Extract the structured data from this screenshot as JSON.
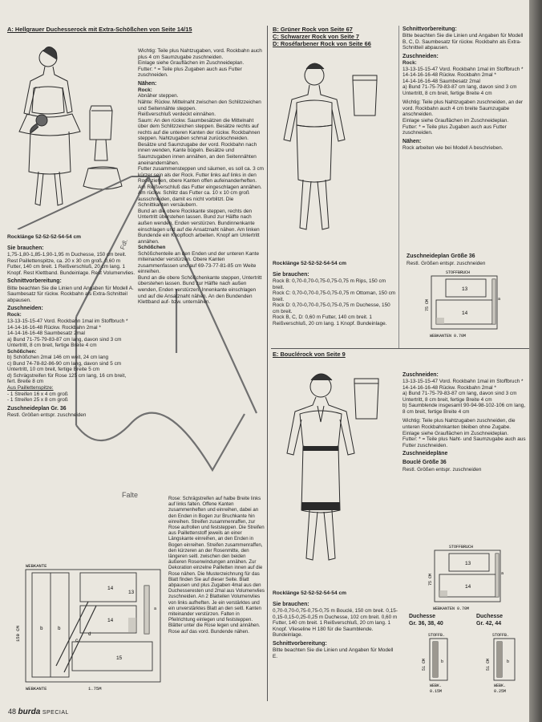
{
  "section_a": {
    "title": "A: Hellgrauer Duchesserock mit Extra-Schößchen von Seite 14/15",
    "rocklaenge": "Rocklänge 52-52-52-54-54 cm",
    "sie_brauchen_head": "Sie brauchen:",
    "sie_brauchen_text": "1,75-1,80-1,85-1,90-1,95 m Duchesse, 150 cm breit. Rest Paillettenspitze, ca. 20 x 30 cm groß. 0,60 m Futter, 140 cm breit. 1 Reißverschluß, 20 cm lang. 1 Knopf. Rest Klettband. Bundeinlage. Rest Volumenvlies.",
    "schnittvorb_head": "Schnittvorbereitung:",
    "schnittvorb_text": "Bitte beachten Sie die Linien und Angaben für Modell A.",
    "schnittvorb_saum": "Saumbesatz für rückw. Rockbahn als Extra-Schnitteil abpausen.",
    "zuschneiden_head": "Zuschneiden:",
    "zuschneiden_lines": [
      "Rock:",
      "13-13-15-15-47 Vord. Rockbahn 1mal im Stoffbruch *",
      "14-14-16-16-48 Rückw. Rockbahn 2mal *",
      "14-14-16-16-48 Saumbesatz 2mal",
      "a) Bund 71-75-79-83-87 cm lang, davon sind 3 cm Untertritt, 8 cm breit, fertige Breite 4 cm",
      "Schößchen:",
      "b) Schößchen 2mal 146 cm weit, 24 cm lang",
      "c) Bund 74-78-82-86-90 cm lang, davon sind 5 cm Untertritt, 10 cm breit, fertige Breite 5 cm",
      "d) Schrägstreifen für Rose 125 cm lang, 16 cm breit, fert. Breite 8 cm",
      "Aus Paillettenspitze:",
      "- 1 Streifen 16 x 4 cm groß",
      "- 1 Streifen 25 x 8 cm groß"
    ],
    "zuschneideplan_head": "Zuschneideplan Gr. 36",
    "zuschneideplan_sub": "Restl. Größen entspr. zuschneiden",
    "wichtig_lines": [
      "Wichtig: Teile plus Nahtzugaben, vord. Rockbahn auch plus 4 cm Saumzugabe zuschneiden.",
      "Einlage siehe Grauflächen im Zuschneideplan.",
      "Futter: * = Teile plus Zugaben auch aus Futter zuschneiden."
    ],
    "naehen_head": "Nähen:",
    "rock_head": "Rock:",
    "naehen_lines": [
      "Abnäher steppen.",
      "Nähte: Rückw. Mittelnaht zwischen den Schlitzzeichen und Seitennähte steppen.",
      "Reißverschluß verdeckt einnähen.",
      "Saum: An den rückw. Saumbesätzen die Mittelnaht über dem Schlitzzeichen steppen. Besätze rechts auf rechts auf die unteren Kanten der rückw. Rockbahnen steppen. Nahtzugaben schmal zurückschneiden. Besätze und Saumzugabe der vord. Rockbahn nach innen wenden, Kante bügeln. Besätze und Saumzugaben innen annähen, an den Seitennähten aneinandernähen.",
      "Futter zusammensteppen und säumen, es soll ca. 3 cm kürzer sein als der Rock. Futter links auf links in den Rock ziehen, obere Kanten offen aufeinanderheften. Am Reißverschluß das Futter eingeschlagen annähen. Am rückw. Schlitz das Futter ca. 10 x 10 cm groß ausschneiden, damit es nicht vorblitzt. Die Schnittkanten versäubern.",
      "Bund an die obere Rockkante steppen, rechts den Untertritt überstehen lassen. Bund zur Hälfte nach außen wenden, Enden verstürzen. Bundinnenkante einschlagen und auf die Ansatznaht nähen. Am linken Bundende ein Knopfloch arbeiten. Knopf am Untertritt annähen."
    ],
    "schoesschen_head": "Schößchen",
    "schoesschen_lines": [
      "Schößchenteile an den Enden und der unteren Kante miteinander verstürzen. Obere Kanten zusammenfassen und auf 69-73-77-81-85 cm Weite einreihen.",
      "Bund an die obere Schößchenkante steppen, Untertritt überstehen lassen. Bund zur Hälfte nach außen wenden, Enden verstürzen. Innenkante einschlagen und auf die Ansatznaht nähen. An den Bundenden Klettband auf- bzw. unternähen.",
      "Rose: Schrägstreifen auf halbe Breite links auf links falten. Offene Kanten zusammenheften und einreihen, dabei an den Enden in Bogen zur Bruchkante hin einreihen. Streifen zusammenraffen, zur Rose aufrollen und feststeppen. Die Streifen aus Paillettenstoff jeweils an einer Längskante einreihen, an den Enden in Bogen einreihen. Streifen zusammenraffen, den kürzeren an der Rosenmitte, den längeren seitl. zwischen den beiden äußeren Rosenwindungen annähen. Zur Dekoration einzelne Pailletten innen auf die Rose nähen. Die Musterzeichnung für das Blatt finden Sie auf dieser Seite. Blatt abpausen und plus Zugaben 4mal aus den Duchesseresten und 2mal aus Volumenvlies zuschneiden. An 2 Blatteilen Volumenvlies von links aufheften. Je ein verstärktes und ein unverstärktes Blatt an den seitl. Kanten miteinander verstürzen. Falten in Pfeilrichtung einlegen und feststeppen. Blätter unter die Rose legen und annähen. Rose auf das vord. Bundende nähen."
    ],
    "labels": {
      "fdl": "Fdl.",
      "falte": "Falte"
    }
  },
  "diagram_a": {
    "webkante_top": "WEBKANTE",
    "webkante_bottom": "WEBKANTE",
    "width": "1.75M",
    "height": "150 CM",
    "pieces": [
      "14",
      "14",
      "13",
      "b",
      "b",
      "c",
      "d",
      "15",
      "a"
    ]
  },
  "section_bcd": {
    "titles": [
      "B: Grüner Rock von Seite 67",
      "C: Schwarzer Rock von Seite 7",
      "D: Roséfarbener Rock von Seite 66"
    ],
    "rocklaenge": "Rocklänge 52-52-52-54-54 cm",
    "sie_brauchen_head": "Sie brauchen:",
    "lines": [
      "Rock B: 0,70-0,70-0,75-0,75-0,75 m Rips, 150 cm breit.",
      "Rock C: 0,70-0,70-0,75-0,75-0,75 m Ottoman, 150 cm breit.",
      "Rock D: 0,70-0,70-0,75-0,75-0,75 m Duchesse, 150 cm breit.",
      "Rock B, C, D: 0,60 m Futter, 140 cm breit. 1 Reißverschluß, 20 cm lang. 1 Knopf. Bundeinlage."
    ]
  },
  "section_e": {
    "title": "E: Bouclérock von Seite 9",
    "rocklaenge": "Rocklänge 52-52-52-54-54 cm",
    "sie_brauchen_head": "Sie brauchen:",
    "sie_brauchen_text": "0,70-0,70-0,75-0,75-0,75 m Bouclé, 150 cm breit. 0,15-0,15-0,15-0,25-0,25 m Duchesse, 102 cm breit. 0,60 m Futter, 140 cm breit. 1 Reißverschluß, 20 cm lang. 1 Knopf. Vlieseline H 180 für die Saumblende. Bundeinlage.",
    "schnittvorb_head": "Schnittvorbereitung:",
    "schnittvorb_text": "Bitte beachten Sie die Linien und Angaben für Modell E."
  },
  "right_bcd": {
    "schnittvorb_head": "Schnittvorbereitung:",
    "schnittvorb_text": "Bitte beachten Sie die Linien und Angaben für Modell B, C, D. Saumbesatz für rückw. Rockbahn als Extra-Schnitteil abpausen.",
    "zuschneiden_head": "Zuschneiden:",
    "rock_head": "Rock:",
    "zuschneiden_lines": [
      "13-13-15-15-47 Vord. Rockbahn 1mal im Stoffbruch *",
      "14-14-16-16-48 Rückw. Rockbahn 2mal *",
      "14-14-16-16-48 Saumbesatz 2mal",
      "a) Bund 71-75-79-83-87 cm lang, davon sind 3 cm Untertritt, 8 cm breit, fertige Breite 4 cm"
    ],
    "wichtig_lines": [
      "Wichtig: Teile plus Nahtzugaben zuschneiden, an der vord. Rockbahn auch 4 cm breite Saumzugabe anschneiden.",
      "Einlage siehe Grauflächen im Zuschneideplan.",
      "Futter: * = Teile plus Zugaben auch aus Futter zuschneiden."
    ],
    "naehen_head": "Nähen:",
    "naehen_text": "Rock arbeiten wie bei Modell A beschrieben.",
    "plan_head": "Zuschneideplan Größe 36",
    "plan_sub": "Restl. Größen entspr. zuschneiden",
    "diagram": {
      "stoffbruch": "STOFFBRUCH",
      "webkanten": "WEBKANTEN 0.70M",
      "side": "75 CM",
      "pieces": [
        "13",
        "14",
        "a"
      ]
    }
  },
  "right_e": {
    "zuschneiden_head": "Zuschneiden:",
    "zuschneiden_lines": [
      "13-13-15-15-47 Vord. Rockbahn 1mal im Stoffbruch *",
      "14-14-16-16-48 Rückw. Rockbahn 2mal *",
      "a) Bund 71-75-79-83-87 cm lang, davon sind 3 cm Untertritt, 8 cm breit, fertige Breite 4 cm",
      "b) Saumblende insgesamt 90-94-98-102-106 cm lang, 8 cm breit, fertige Breite 4 cm"
    ],
    "wichtig_lines": [
      "Wichtig: Teile plus Nahtzugaben zuschneiden, die unteren Rockbahnkanten bleiben ohne Zugabe.",
      "Einlage siehe Grauflächen im Zuschneideplan.",
      "Futter: * = Teile plus Naht- und Saumzugabe auch aus Futter zuschneiden."
    ],
    "plaene_head": "Zuschneidepläne",
    "boucle_head": "Bouclé Größe 36",
    "boucle_sub": "Restl. Größen entspr. zuschneiden",
    "boucle_diagram": {
      "stoffbruch": "STOFFBRUCH",
      "webkanten": "WEBKANTEN 0.70M",
      "side": "75 CM",
      "pieces": [
        "13",
        "14",
        "a"
      ]
    },
    "duchesse1_head": "Duchesse",
    "duchesse1_sizes": "Gr. 36, 38, 40",
    "duchesse2_head": "Duchesse",
    "duchesse2_sizes": "Gr. 42, 44",
    "duch1": {
      "stoffb": "STOFFB.",
      "side": "51 CM",
      "webk": "WEBK.",
      "len": "0.15M",
      "piece": "b"
    },
    "duch2": {
      "stoffb": "STOFFB.",
      "side": "51 CM",
      "webk": "WEBK.",
      "len": "0.25M",
      "piece": "b"
    }
  },
  "footer": {
    "page": "48",
    "brand": "burda",
    "special": "SPECIAL"
  }
}
